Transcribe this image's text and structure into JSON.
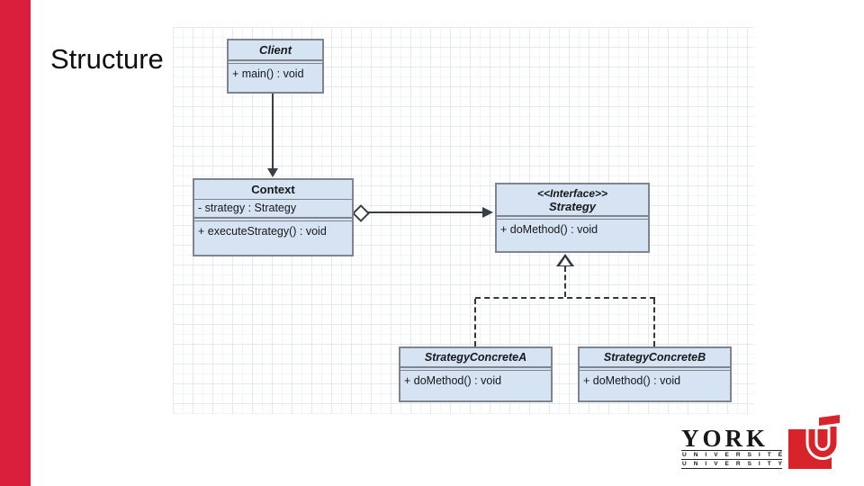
{
  "slide": {
    "title": "Structure"
  },
  "colors": {
    "accent_red": "#d91f3c",
    "logo_red": "#d8232a",
    "box_fill": "#d5e3f2",
    "box_border": "#7e858d",
    "connector": "#3a3f45"
  },
  "diagram": {
    "client": {
      "name": "Client",
      "operations": [
        "+ main() : void"
      ]
    },
    "context": {
      "name": "Context",
      "attributes": [
        "- strategy : Strategy"
      ],
      "operations": [
        "+ executeStrategy() : void"
      ]
    },
    "strategy": {
      "stereotype": "<<Interface>>",
      "name": "Strategy",
      "operations": [
        "+ doMethod() : void"
      ]
    },
    "concrete_a": {
      "name": "StrategyConcreteA",
      "operations": [
        "+ doMethod() : void"
      ]
    },
    "concrete_b": {
      "name": "StrategyConcreteB",
      "operations": [
        "+ doMethod() : void"
      ]
    }
  },
  "logo": {
    "wordmark": "YORK",
    "subline_fr": "U N I V E R S I T É",
    "subline_en": "U N I V E R S I T Y",
    "mark": "york-u-mark"
  }
}
